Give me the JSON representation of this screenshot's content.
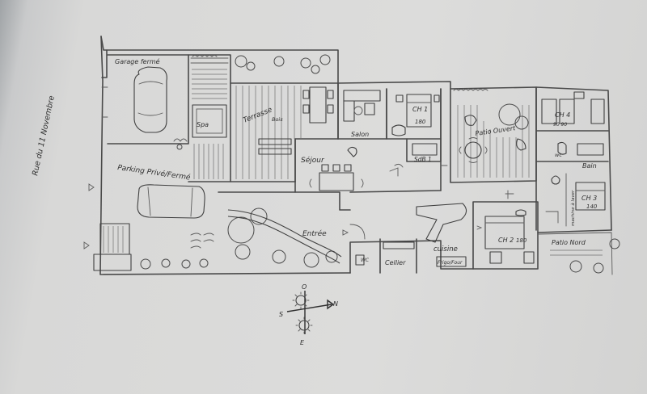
{
  "street": "Rue du 11 Novembre",
  "rooms": {
    "garage": "Garage fermé",
    "spa": "Spa",
    "terrasse": "Terrasse",
    "terrasse_sub": "Bois",
    "parking": "Parking Privé/Fermé",
    "salon": "Salon",
    "sejour": "Séjour",
    "ch1": "CH 1",
    "ch1_bed": "180",
    "sdb1": "SdB 1",
    "patio_ouvert": "Patio Ouvert",
    "ch4": "CH 4",
    "ch4_bed": "90  90",
    "bain": "Bain",
    "wc": "wc",
    "ch3": "CH 3",
    "ch3_bed": "140",
    "entree": "Entrée",
    "wc2": "WC",
    "cellier": "Cellier",
    "cuisine": "cuisine",
    "frigo": "Frigo/Four",
    "ch2": "CH 2",
    "ch2_bed": "180",
    "patio_nord": "Patio Nord",
    "machine": "machine à laver"
  },
  "compass": {
    "north": "N",
    "south": "S",
    "east": "E",
    "west": "O"
  }
}
